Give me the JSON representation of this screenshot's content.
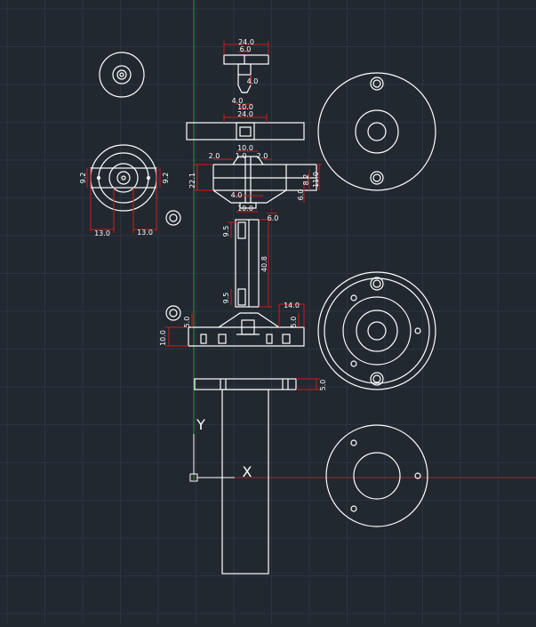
{
  "canvas": {
    "background": "#212830",
    "grid_color": "#2c343e",
    "geometry_color": "#ffffff",
    "dimension_color": "#d11a1a",
    "dimension_text_color": "#ffffff",
    "y_axis_color": "#2f8f3f",
    "x_axis_color": "#8f2f2f"
  },
  "ucs_icon": {
    "x_label": "X",
    "y_label": "Y"
  },
  "dimensions": {
    "knob_top_width": "24.0",
    "knob_stem_width": "6.0",
    "knob_stem_height": "4.0",
    "knob_tip_width": "4.0",
    "knob_tip_depth": "10.0",
    "plate_width": "24.0",
    "hub_top_width": "10.0",
    "hub_left_gap": "2.0",
    "hub_center_gap": "1.0",
    "hub_right_gap": "2.0",
    "hub_height": "22.1",
    "hub_right_inner": "8.2",
    "hub_right_outer": "11.0",
    "hub_right_step": "6.0",
    "hub_bore": "4.0",
    "hub_bottom_width": "10.0",
    "hub_bottom_step": "6.0",
    "side_left_dim": "9.2",
    "side_right_dim": "9.2",
    "side_bottom_left": "13.0",
    "side_bottom_right": "13.0",
    "shaft_top_slot": "9.5",
    "shaft_length": "40.8",
    "shaft_bottom_slot": "9.5",
    "base_top_offset": "14.0",
    "base_right_height": "5.0",
    "base_left_small": "5.0",
    "base_left_height": "10.0",
    "flange_height": "5.0"
  }
}
